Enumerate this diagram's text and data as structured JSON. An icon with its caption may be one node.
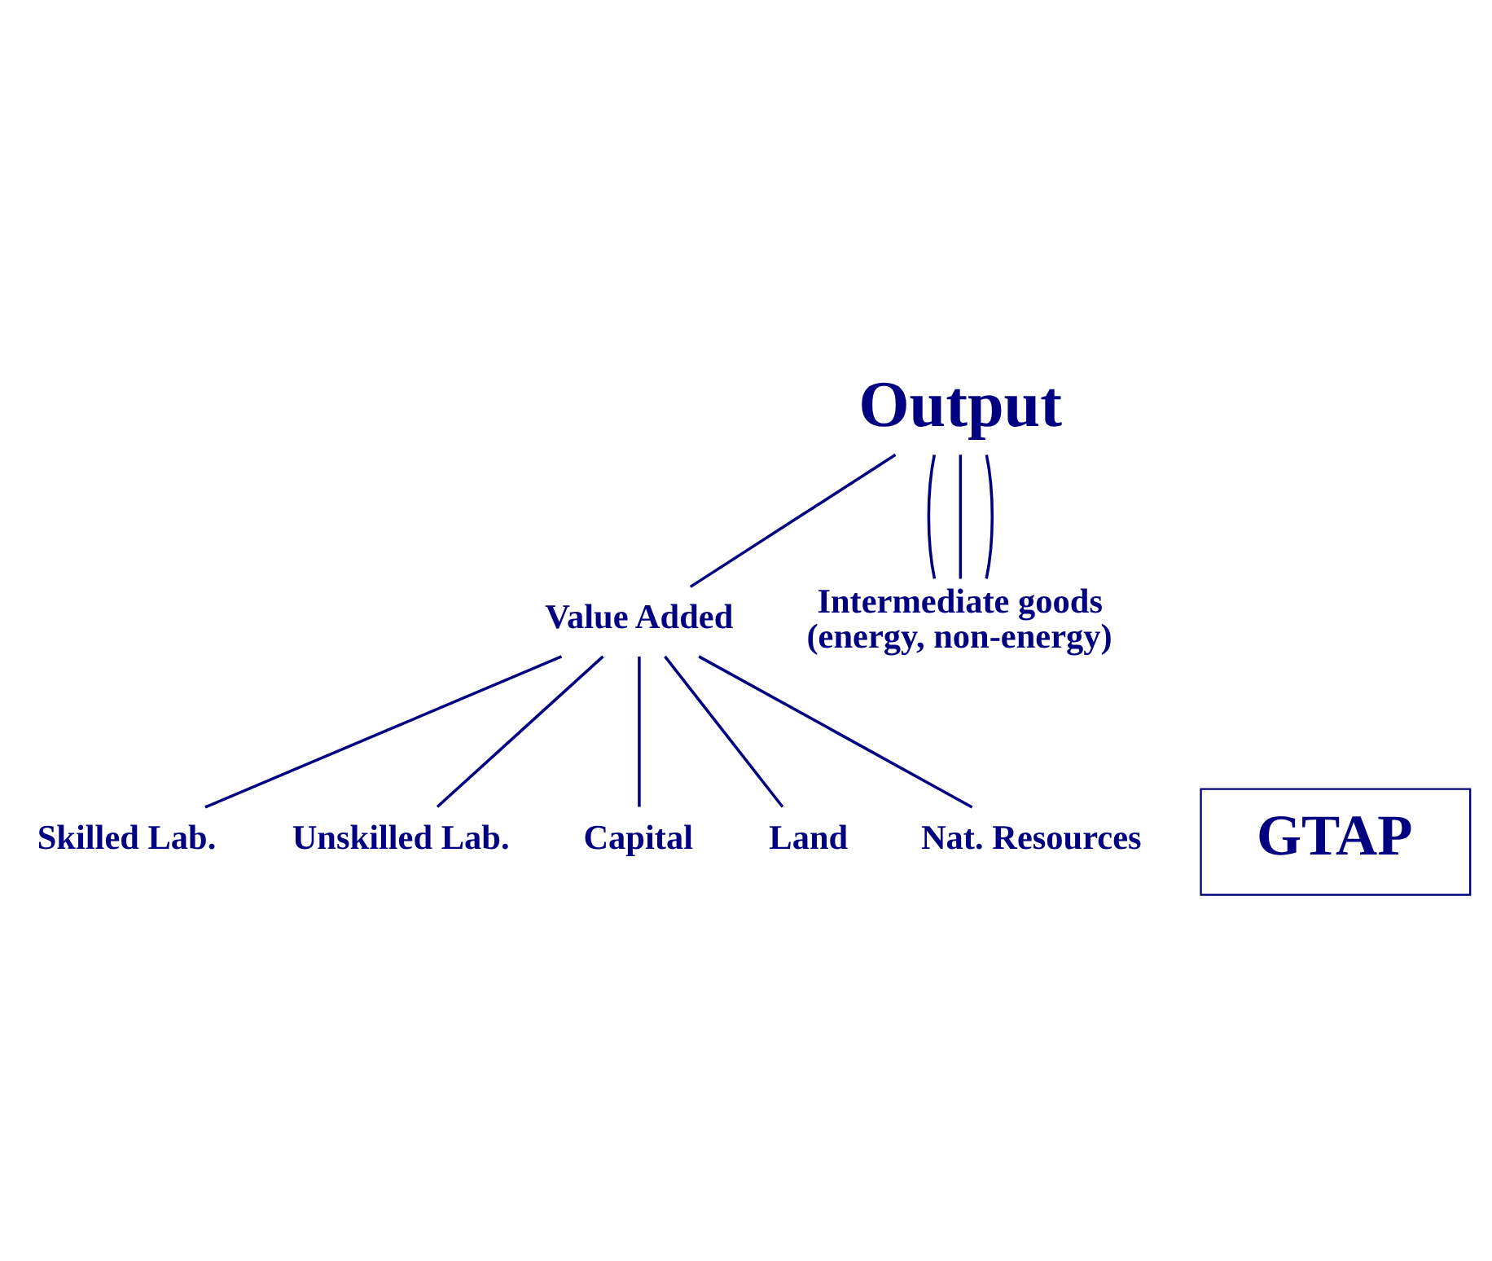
{
  "diagram": {
    "nodes": [
      {
        "text": [
          "Output"
        ]
      },
      {
        "text": [
          "Value Added"
        ]
      },
      {
        "text": [
          "Intermediate goods",
          "(energy, non-energy)"
        ]
      },
      {
        "text": [
          "Skilled Lab."
        ]
      },
      {
        "text": [
          "Unskilled Lab."
        ]
      },
      {
        "text": [
          "Capital"
        ]
      },
      {
        "text": [
          "Land"
        ]
      },
      {
        "text": [
          "Nat. Resources"
        ]
      },
      {
        "text": [
          "GTAP"
        ]
      }
    ],
    "edges": [
      {
        "from": 0,
        "to": 1,
        "arrow": "none"
      },
      {
        "from": 0,
        "to": 2,
        "arrow": "none"
      },
      {
        "from": 0,
        "to": 2,
        "arrow": "none"
      },
      {
        "from": 0,
        "to": 2,
        "arrow": "none"
      },
      {
        "from": 1,
        "to": 3,
        "arrow": "none"
      },
      {
        "from": 1,
        "to": 4,
        "arrow": "none"
      },
      {
        "from": 1,
        "to": 5,
        "arrow": "none"
      },
      {
        "from": 1,
        "to": 6,
        "arrow": "none"
      },
      {
        "from": 1,
        "to": 7,
        "arrow": "none"
      }
    ]
  }
}
